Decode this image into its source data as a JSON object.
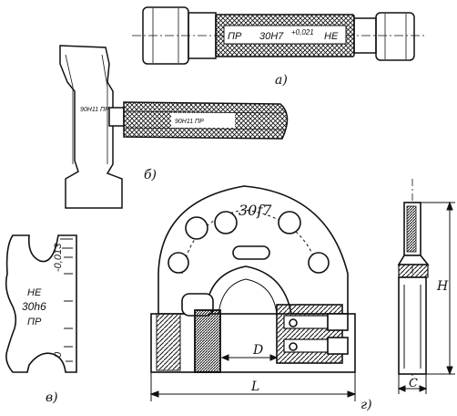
{
  "figure": {
    "panel_labels": {
      "a": "а)",
      "b": "б)",
      "v": "в)",
      "g": "г)"
    },
    "plug_gauge_text": {
      "left": "ПР",
      "middle": "30H7",
      "right": "НЕ",
      "tol": "+0,021"
    },
    "bar_gauge_text": {
      "handle": "90H11 ПР",
      "body": "90H11 ПР"
    },
    "snap_gauge_text": {
      "no_go": "НЕ",
      "size": "30h6",
      "go": "ПР",
      "upper": "-0,013",
      "lower": "0"
    },
    "ring_gauge_text": {
      "size": "30f7",
      "dim_D": "D",
      "dim_L": "L"
    },
    "side_view_text": {
      "dim_H": "H",
      "dim_C": "C"
    },
    "colors": {
      "ink": "#111111",
      "paper": "#ffffff"
    }
  }
}
